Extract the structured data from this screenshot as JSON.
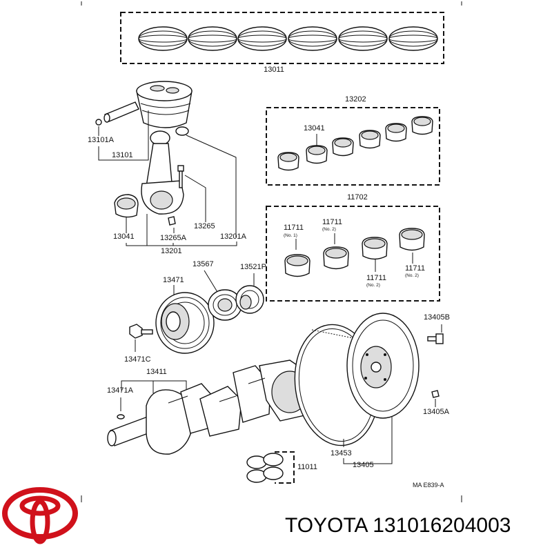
{
  "labels": {
    "l13011": "13011",
    "l13202": "13202",
    "l13041_top": "13041",
    "l13101A": "13101A",
    "l13101": "13101",
    "l11702": "11702",
    "l11711_a": "11711",
    "l11711_a_no": "(No. 1)",
    "l11711_b": "11711",
    "l11711_b_no": "(No. 2)",
    "l11711_c": "11711",
    "l11711_c_no": "(No. 2)",
    "l11711_d": "11711",
    "l11711_d_no": "(No. 2)",
    "l13265": "13265",
    "l13041_bot": "13041",
    "l13265A": "13265A",
    "l13201A": "13201A",
    "l13201": "13201",
    "l13567": "13567",
    "l13521P": "13521P",
    "l13471": "13471",
    "l13405B": "13405B",
    "l13471C": "13471C",
    "l13411": "13411",
    "l13471A": "13471A",
    "l13405A": "13405A",
    "l13453": "13453",
    "l13405": "13405",
    "l11011": "11011",
    "code": "MA  E839-A"
  },
  "brand": {
    "caption": "TOYOTA 131016204003",
    "logo_color": "#d0111b"
  }
}
